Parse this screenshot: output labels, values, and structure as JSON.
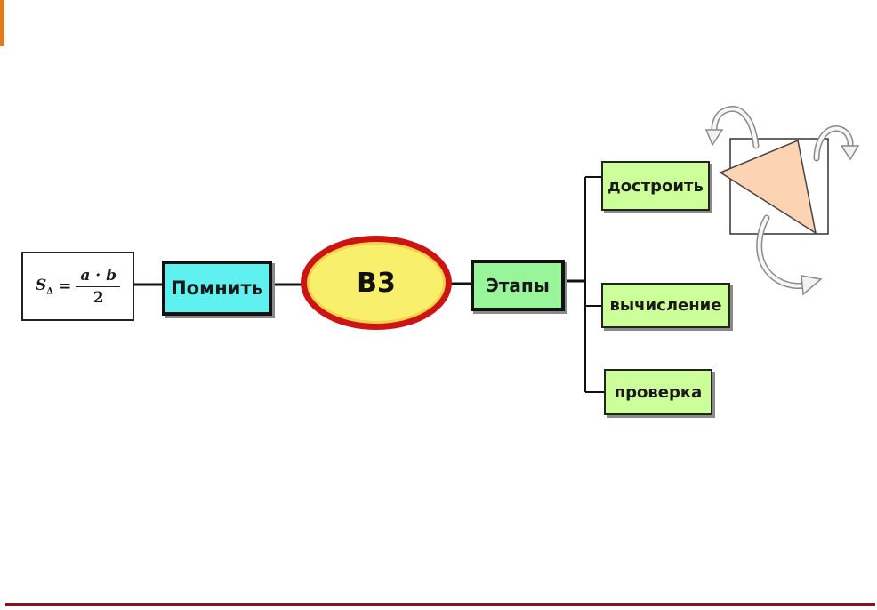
{
  "diagram": {
    "formula": {
      "lhs": "S",
      "subscript": "Δ",
      "equals": "=",
      "numerator": "a · b",
      "denominator": "2"
    },
    "remember_label": "Помнить",
    "center_label": "В3",
    "stages_label": "Этапы",
    "steps": [
      {
        "label": "достроить"
      },
      {
        "label": "вычисление"
      },
      {
        "label": "проверка"
      }
    ]
  },
  "colors": {
    "accent": "#e07b1e",
    "remember_fill": "#5ff0f0",
    "center_fill": "#f8f06c",
    "center_border": "#cc1414",
    "stages_fill": "#99f599",
    "steps_fill": "#ccff99",
    "triangle_fill": "#fcd4b4",
    "bottom_rule": "#7a1a24"
  },
  "icons": {
    "illustration": "rotating-triangle-in-square-icon"
  }
}
